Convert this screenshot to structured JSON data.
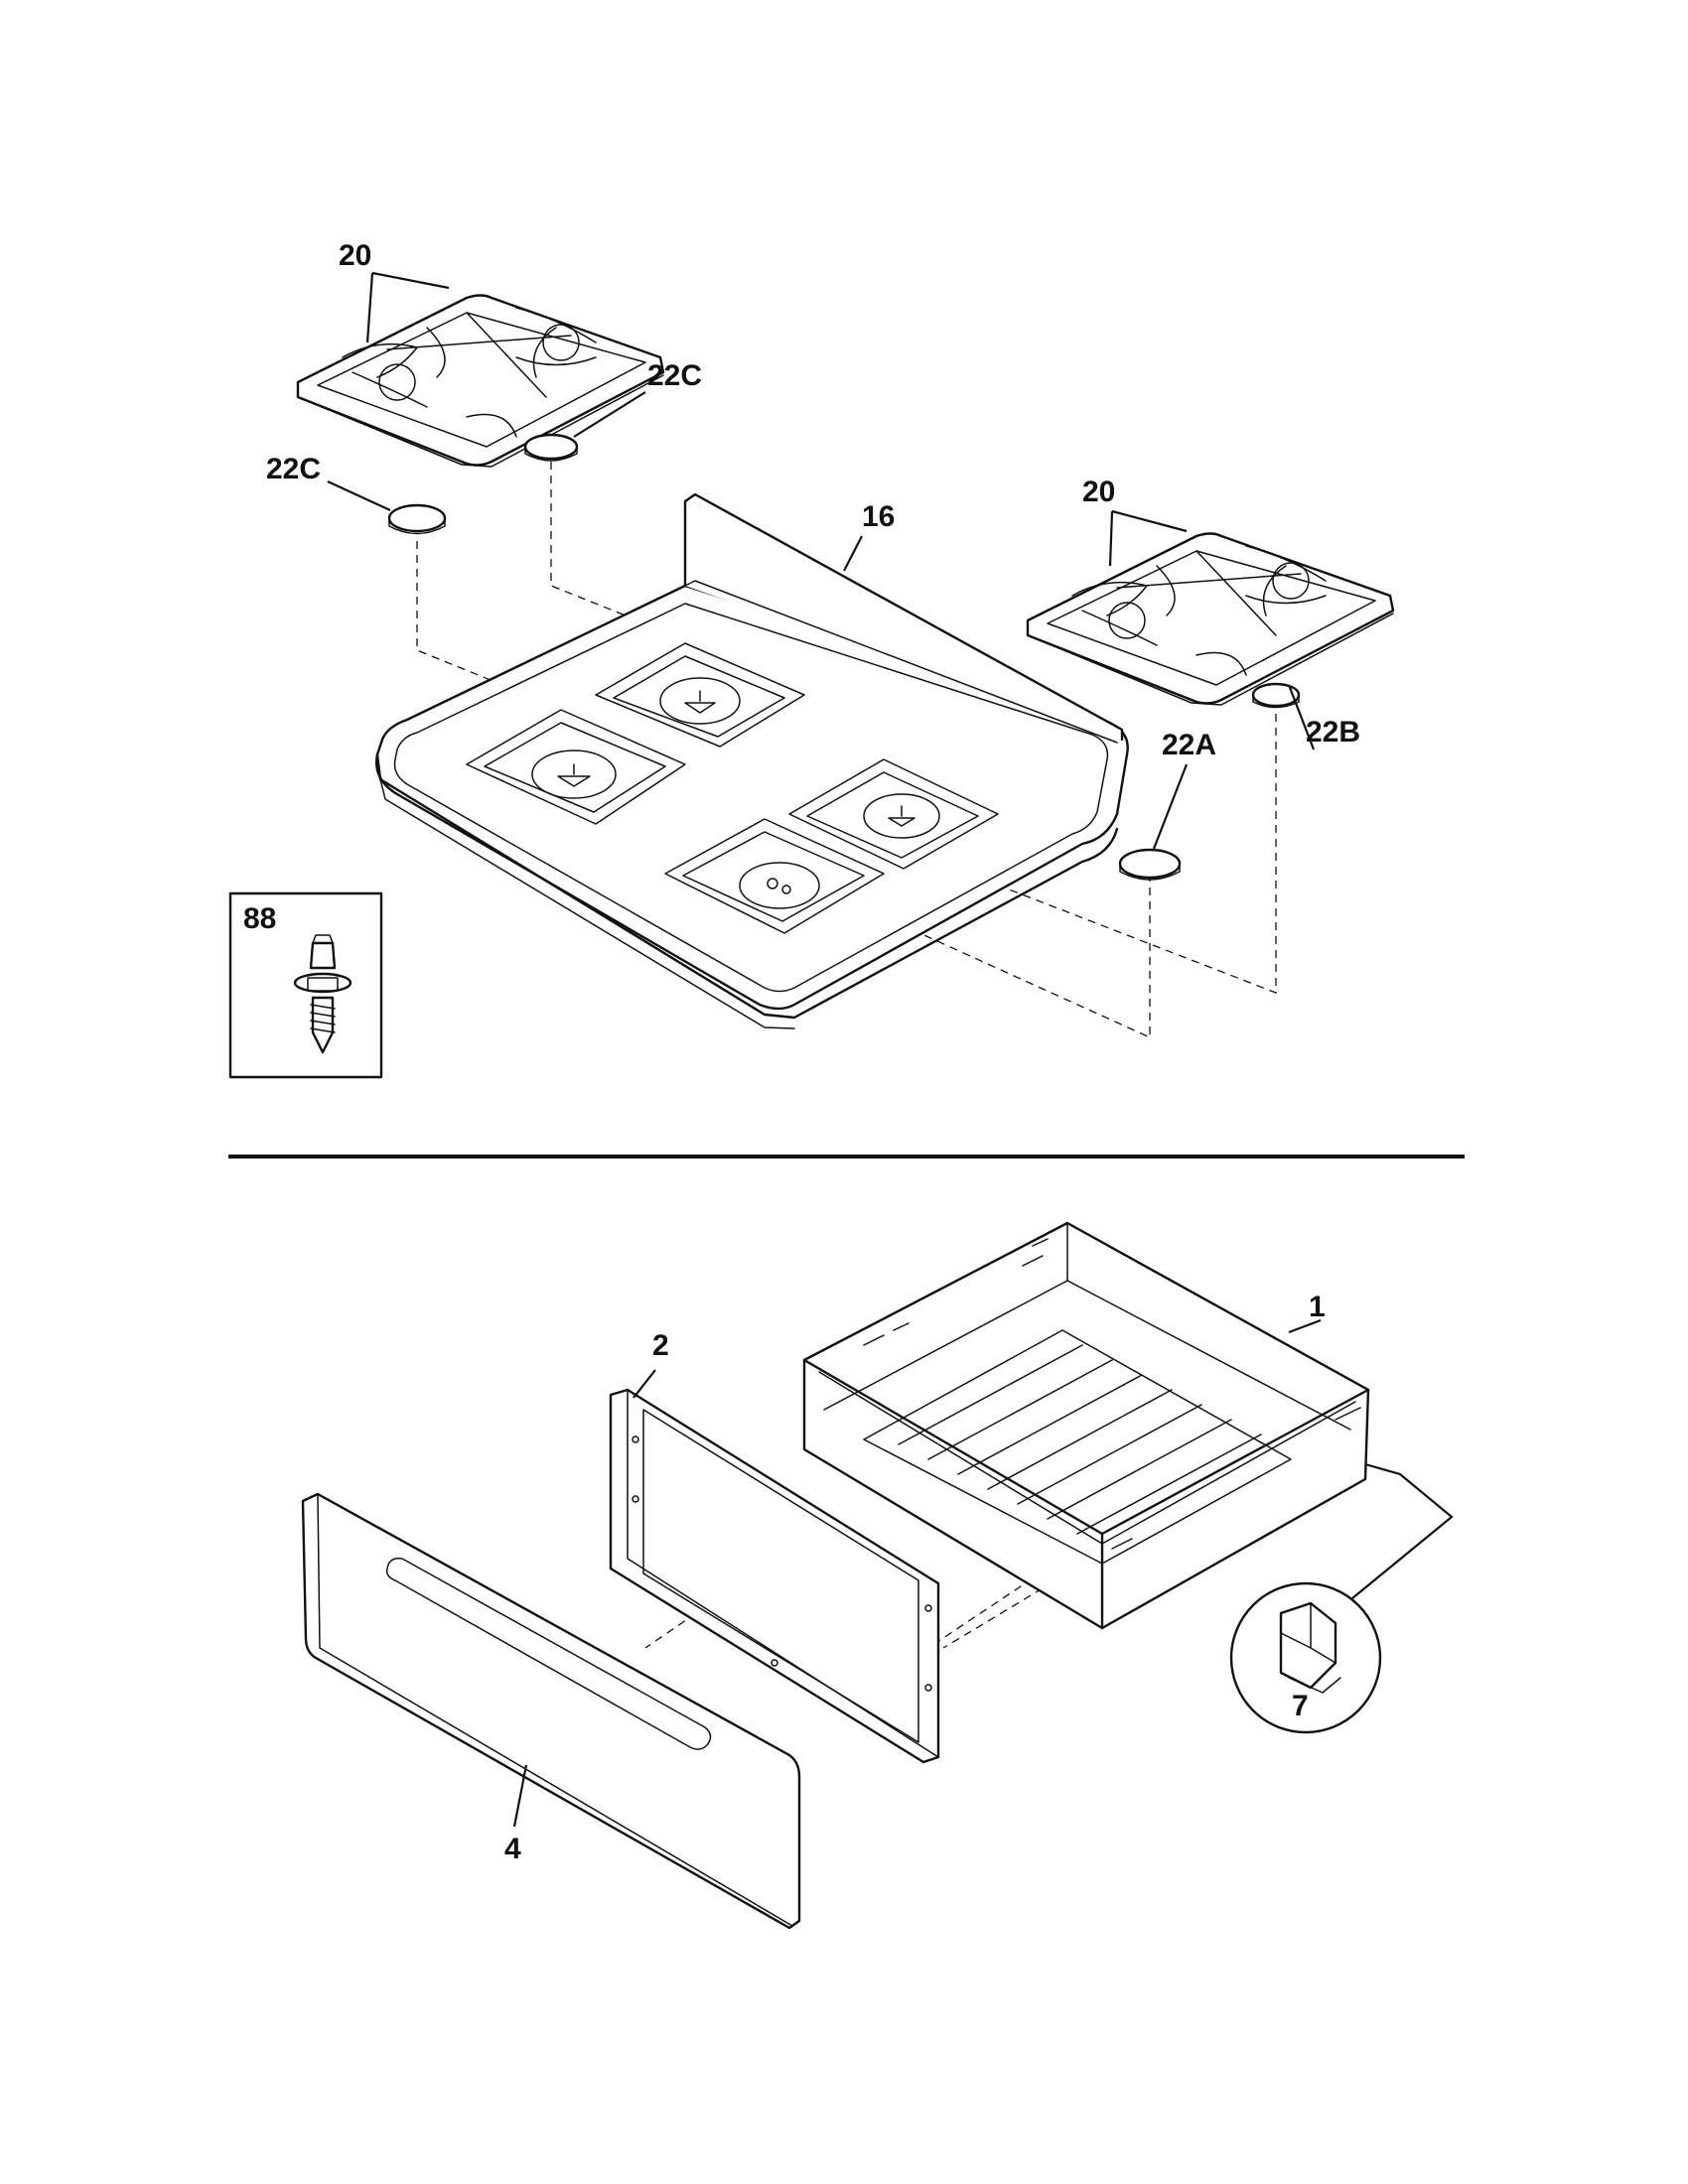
{
  "diagram": {
    "colors": {
      "ink": "#111111",
      "paper": "#ffffff"
    },
    "callouts": {
      "grate_left": "20",
      "grate_right": "20",
      "cap_left_lower": "22C",
      "cap_left_upper": "22C",
      "cooktop": "16",
      "cap_right_a": "22A",
      "cap_right_b": "22B",
      "screw_inset": "88",
      "drawer_body": "1",
      "drawer_frame": "2",
      "drawer_front": "4",
      "clip_inset": "7"
    }
  }
}
